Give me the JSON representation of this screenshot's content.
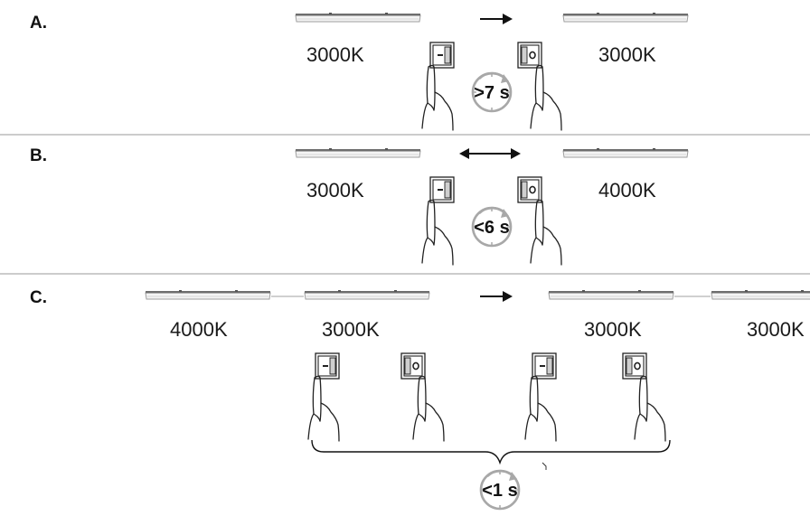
{
  "sections": [
    {
      "label": "A.",
      "left_temp": "3000K",
      "right_temp": "3000K",
      "arrow": "right-arrow-icon",
      "timer": ">7 s"
    },
    {
      "label": "B.",
      "left_temp": "3000K",
      "right_temp": "4000K",
      "arrow": "double-arrow-icon",
      "timer": "<6 s"
    },
    {
      "label": "C.",
      "temps": [
        "4000K",
        "3000K",
        "3000K",
        "3000K"
      ],
      "arrow": "right-arrow-icon",
      "timer": "<1 s"
    }
  ],
  "colors": {
    "line": "#1a1a1a",
    "luminaire_body": "#f2f2f2",
    "luminaire_edge": "#9a9a9a",
    "divider": "#9a9a9a",
    "timer": "#a8a8a8"
  },
  "icons": [
    "luminaire-icon",
    "switch-off-icon",
    "switch-on-icon",
    "hand-icon",
    "timer-icon",
    "right-arrow-icon",
    "double-arrow-icon",
    "brace-icon"
  ]
}
